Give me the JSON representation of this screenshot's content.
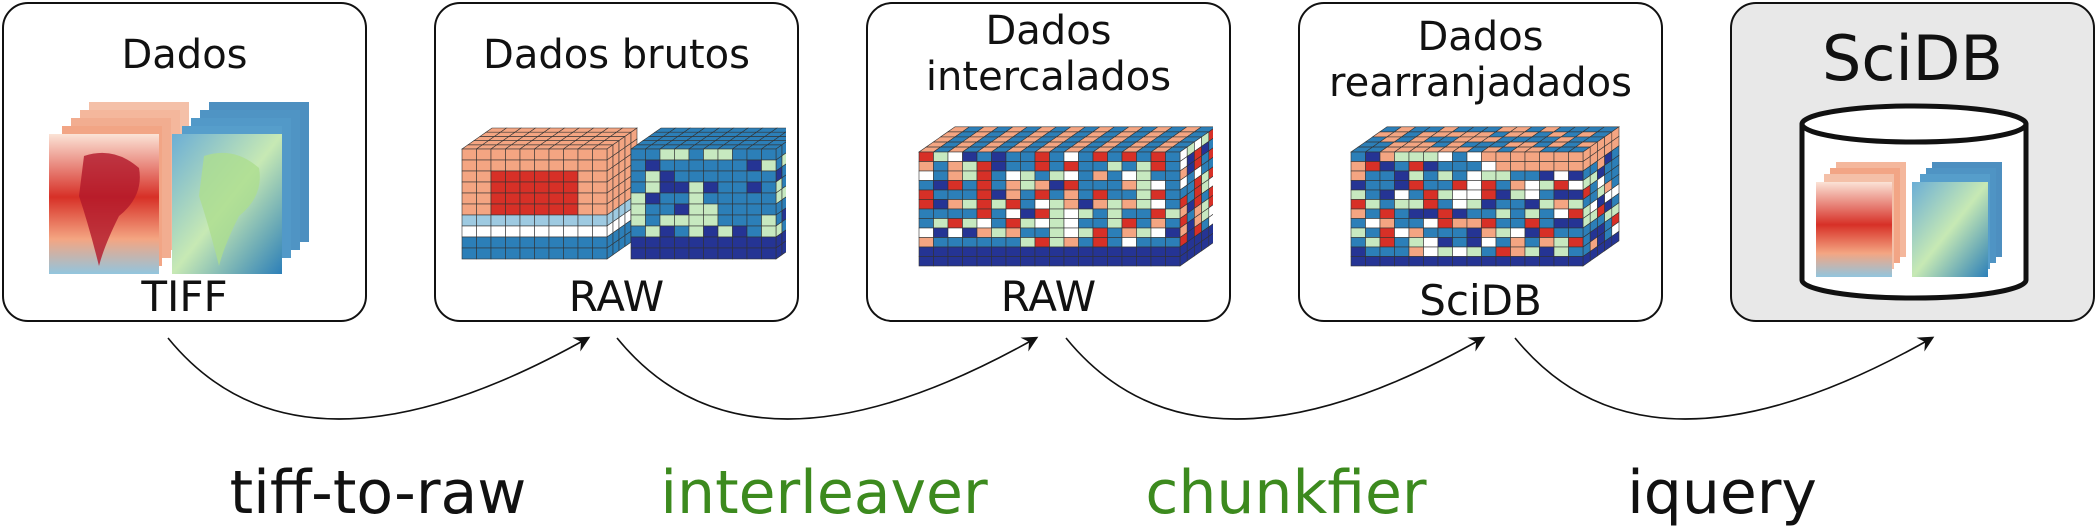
{
  "colors": {
    "border": "#111111",
    "db_fill": "#e8e8e8",
    "green": "#3c8a1e",
    "black": "#111111",
    "red": "#d73027",
    "salmon": "#f4a582",
    "lightblue": "#9ecae1",
    "blue": "#2c7fb8",
    "navy": "#253494",
    "lightgreen": "#c7e9c0"
  },
  "stages": [
    {
      "title": "Dados",
      "format": "TIFF"
    },
    {
      "title": "Dados brutos",
      "format": "RAW"
    },
    {
      "title": "Dados\nintercalados",
      "format": "RAW"
    },
    {
      "title": "Dados\nrearranjadados",
      "format": "SciDB"
    },
    {
      "title": "SciDB",
      "format": ""
    }
  ],
  "steps": [
    {
      "label": "tiff-to-raw",
      "color": "#111111"
    },
    {
      "label": "interleaver",
      "color": "#3c8a1e"
    },
    {
      "label": "chunkfier",
      "color": "#3c8a1e"
    },
    {
      "label": "iquery",
      "color": "#111111"
    }
  ],
  "icons": [
    "tiff-stack-icon",
    "raw-cube-icon",
    "interleaved-cube-icon",
    "chunked-cube-icon",
    "database-cylinder-icon"
  ]
}
